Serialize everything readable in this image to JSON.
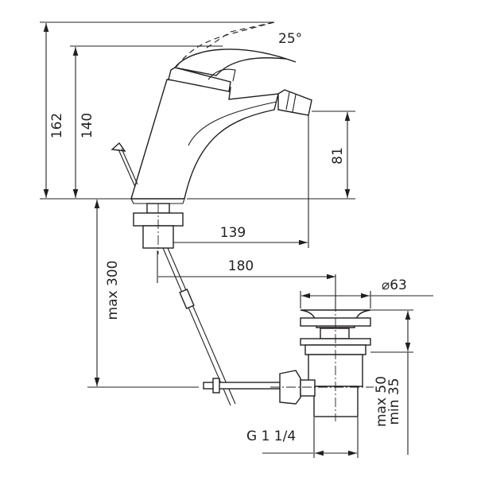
{
  "title": "Bidet mixer technical drawing",
  "dimensions": {
    "lever_angle": "25°",
    "total_height": "162",
    "lever_height": "140",
    "spout_height": "81",
    "spout_reach": "139",
    "drain_distance": "180",
    "drain_diameter": "⌀63",
    "max_pipe": "max 300",
    "drain_max": "max 50",
    "drain_min": "min 35",
    "thread": "G 1 1/4"
  }
}
